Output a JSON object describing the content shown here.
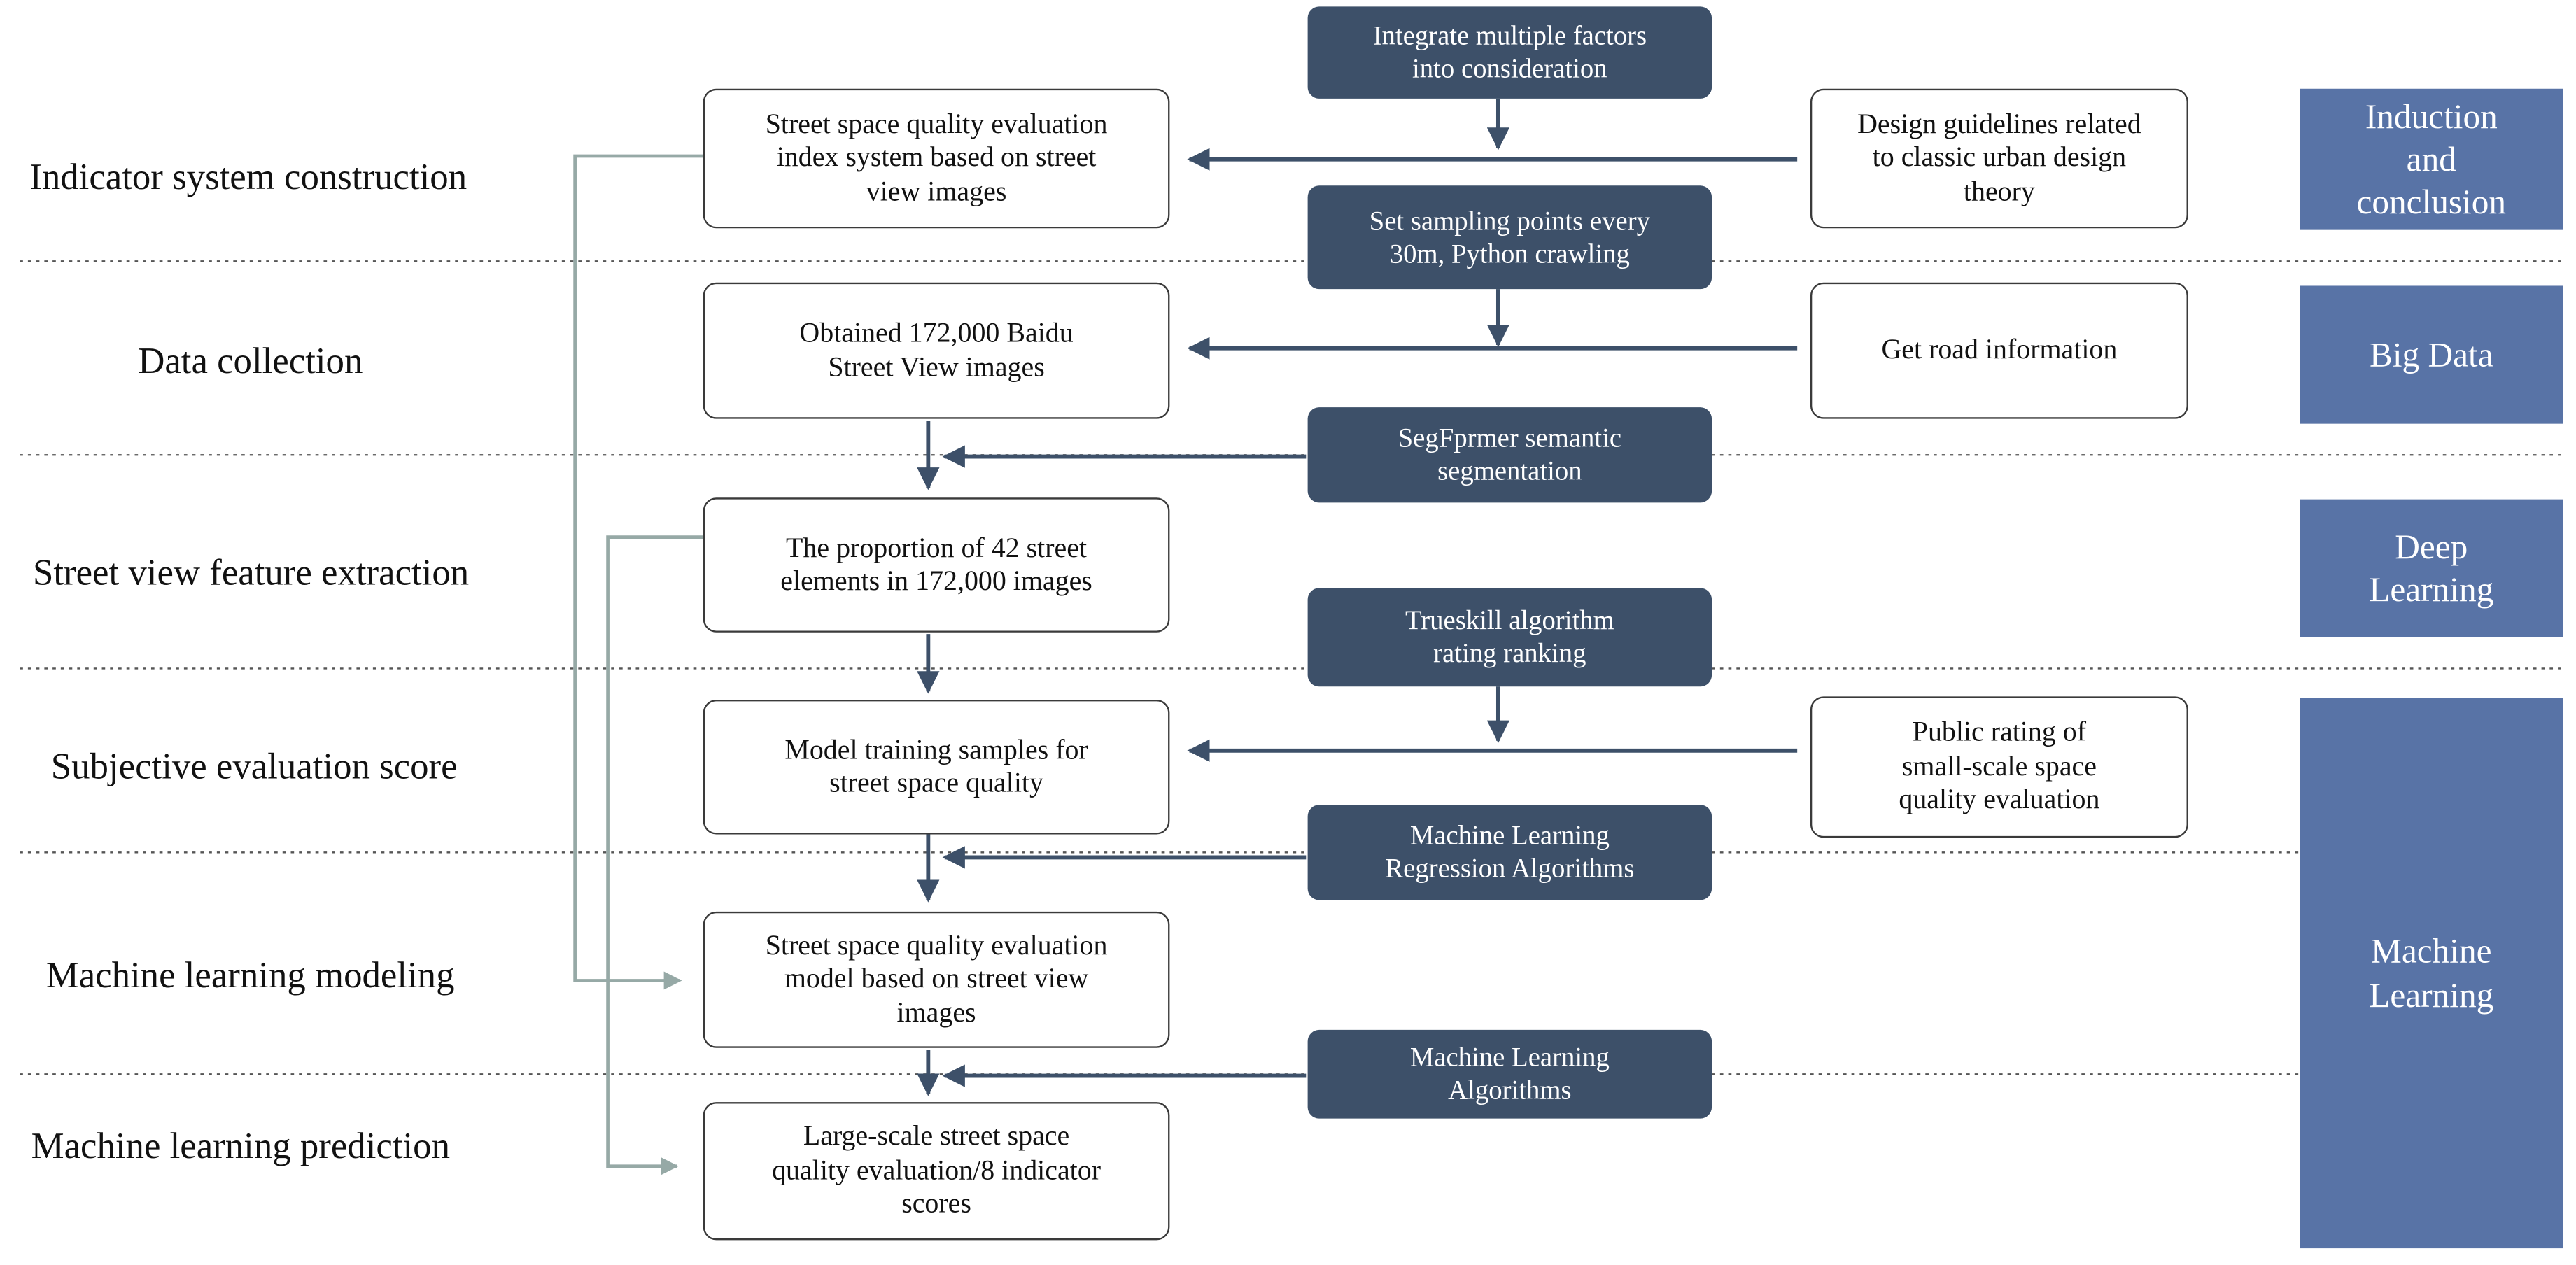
{
  "stages": [
    "Indicator system construction",
    "Data collection",
    "Street view feature extraction",
    "Subjective evaluation score",
    "Machine learning modeling",
    "Machine learning prediction"
  ],
  "boxes": {
    "index_system": "Street space quality evaluation\nindex system based on street\nview images",
    "design_guidelines": "Design guidelines related\nto classic urban design\ntheory",
    "svi_images": "Obtained 172,000 Baidu\nStreet View images",
    "road_info": "Get road information",
    "element_proportion": "The proportion of 42 street\nelements in 172,000 images",
    "training_samples": "Model training samples for\nstreet space quality",
    "public_rating": "Public rating of\nsmall-scale space\nquality evaluation",
    "eval_model": "Street space quality evaluation\nmodel based on street view\nimages",
    "prediction": "Large-scale street space\nquality evaluation/8 indicator\nscores"
  },
  "methods": {
    "integrate": "Integrate multiple factors\ninto consideration",
    "sampling": "Set sampling points every\n30m, Python crawling",
    "segformer": "SegFprmer semantic\nsegmentation",
    "trueskill": "Trueskill algorithm\nrating ranking",
    "ml_regression": "Machine Learning\nRegression Algorithms",
    "ml_algorithms": "Machine Learning\nAlgorithms"
  },
  "categories": {
    "induction": "Induction\nand\nconclusion",
    "big_data": "Big Data",
    "deep_learning": "Deep\nLearning",
    "machine_learning": "Machine\nLearning"
  },
  "colors": {
    "method_box": "#3d5069",
    "category_box": "#5873a6",
    "arrow": "#3d5069",
    "feedback_line": "#96a9a6",
    "divider": "#555555"
  }
}
